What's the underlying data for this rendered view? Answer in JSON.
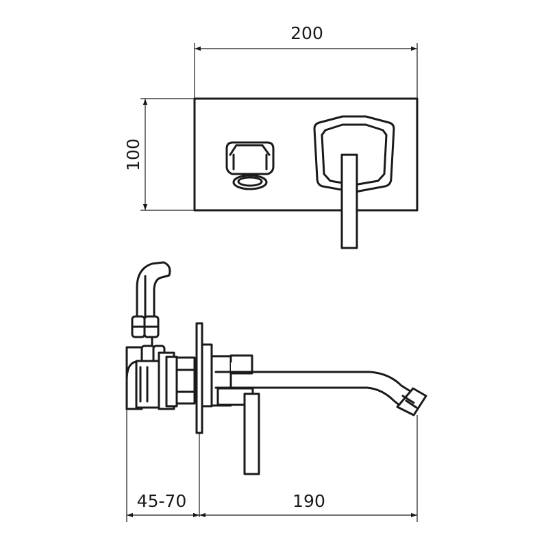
{
  "dimensions": {
    "width": "200",
    "height": "100",
    "wall_depth": "45-70",
    "spout_reach": "190"
  }
}
